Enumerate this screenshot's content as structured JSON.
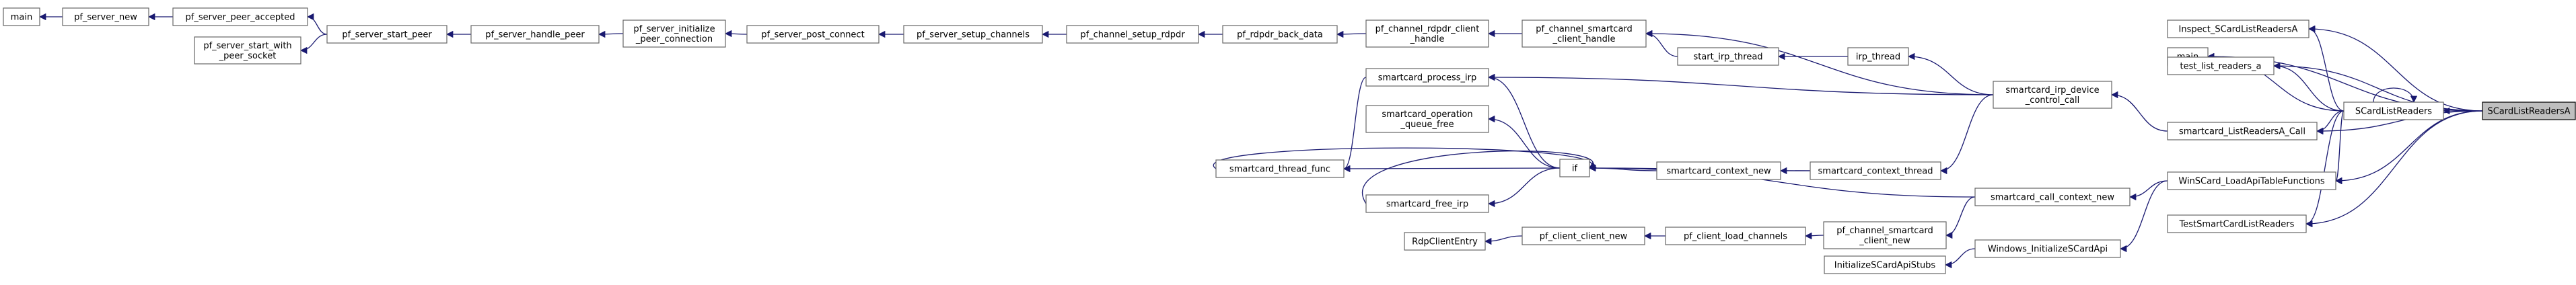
{
  "graph": {
    "title": "SCardListReadersA",
    "nodes": [
      {
        "id": "main_server",
        "lines": [
          "main"
        ]
      },
      {
        "id": "pf_server_new",
        "lines": [
          "pf_server_new"
        ]
      },
      {
        "id": "pf_server_peer_accepted",
        "lines": [
          "pf_server_peer_accepted"
        ]
      },
      {
        "id": "pf_server_start_with_peer_socket",
        "lines": [
          "pf_server_start_with",
          "_peer_socket"
        ]
      },
      {
        "id": "pf_server_start_peer",
        "lines": [
          "pf_server_start_peer"
        ]
      },
      {
        "id": "pf_server_handle_peer",
        "lines": [
          "pf_server_handle_peer"
        ]
      },
      {
        "id": "pf_server_initialize_peer_connection",
        "lines": [
          "pf_server_initialize",
          "_peer_connection"
        ]
      },
      {
        "id": "pf_server_post_connect",
        "lines": [
          "pf_server_post_connect"
        ]
      },
      {
        "id": "pf_server_setup_channels",
        "lines": [
          "pf_server_setup_channels"
        ]
      },
      {
        "id": "pf_channel_setup_rdpdr",
        "lines": [
          "pf_channel_setup_rdpdr"
        ]
      },
      {
        "id": "pf_rdpdr_back_data",
        "lines": [
          "pf_rdpdr_back_data"
        ]
      },
      {
        "id": "pf_channel_rdpdr_client_handle",
        "lines": [
          "pf_channel_rdpdr_client",
          "_handle"
        ]
      },
      {
        "id": "pf_channel_smartcard_client_handle",
        "lines": [
          "pf_channel_smartcard",
          "_client_handle"
        ]
      },
      {
        "id": "start_irp_thread",
        "lines": [
          "start_irp_thread"
        ]
      },
      {
        "id": "irp_thread",
        "lines": [
          "irp_thread"
        ]
      },
      {
        "id": "smartcard_irp_device_control_call",
        "lines": [
          "smartcard_irp_device",
          "_control_call"
        ]
      },
      {
        "id": "smartcard_process_irp",
        "lines": [
          "smartcard_process_irp"
        ]
      },
      {
        "id": "smartcard_operation_queue_free",
        "lines": [
          "smartcard_operation",
          "_queue_free"
        ]
      },
      {
        "id": "smartcard_context_new",
        "lines": [
          "smartcard_context_new"
        ]
      },
      {
        "id": "smartcard_context_thread",
        "lines": [
          "smartcard_context_thread"
        ]
      },
      {
        "id": "smartcard_thread_func",
        "lines": [
          "smartcard_thread_func"
        ]
      },
      {
        "id": "if_node",
        "lines": [
          "if"
        ]
      },
      {
        "id": "smartcard_free_irp",
        "lines": [
          "smartcard_free_irp"
        ]
      },
      {
        "id": "smartcard_call_context_new",
        "lines": [
          "smartcard_call_context_new"
        ]
      },
      {
        "id": "RdpClientEntry",
        "lines": [
          "RdpClientEntry"
        ]
      },
      {
        "id": "pf_client_client_new",
        "lines": [
          "pf_client_client_new"
        ]
      },
      {
        "id": "pf_client_load_channels",
        "lines": [
          "pf_client_load_channels"
        ]
      },
      {
        "id": "pf_channel_smartcard_client_new",
        "lines": [
          "pf_channel_smartcard",
          "_client_new"
        ]
      },
      {
        "id": "InitializeSCardApiStubs",
        "lines": [
          "InitializeSCardApiStubs"
        ]
      },
      {
        "id": "Windows_InitializeSCardApi",
        "lines": [
          "Windows_InitializeSCardApi"
        ]
      },
      {
        "id": "main_test",
        "lines": [
          "main"
        ]
      },
      {
        "id": "Inspect_SCardListReadersA",
        "lines": [
          "Inspect_SCardListReadersA"
        ]
      },
      {
        "id": "test_list_readers_a",
        "lines": [
          "test_list_readers_a"
        ]
      },
      {
        "id": "smartcard_ListReadersA_Call",
        "lines": [
          "smartcard_ListReadersA_Call"
        ]
      },
      {
        "id": "WinSCard_LoadApiTableFunctions",
        "lines": [
          "WinSCard_LoadApiTableFunctions"
        ]
      },
      {
        "id": "TestSmartCardListReaders",
        "lines": [
          "TestSmartCardListReaders"
        ]
      },
      {
        "id": "SCardListReaders",
        "lines": [
          "SCardListReaders"
        ]
      },
      {
        "id": "SCardListReadersA",
        "lines": [
          "SCardListReadersA"
        ]
      }
    ],
    "edges": [
      [
        "pf_server_new",
        "main_server"
      ],
      [
        "pf_server_peer_accepted",
        "pf_server_new"
      ],
      [
        "pf_server_start_peer",
        "pf_server_peer_accepted"
      ],
      [
        "pf_server_start_peer",
        "pf_server_start_with_peer_socket"
      ],
      [
        "pf_server_handle_peer",
        "pf_server_start_peer"
      ],
      [
        "pf_server_initialize_peer_connection",
        "pf_server_handle_peer"
      ],
      [
        "pf_server_post_connect",
        "pf_server_initialize_peer_connection"
      ],
      [
        "pf_server_setup_channels",
        "pf_server_post_connect"
      ],
      [
        "pf_channel_setup_rdpdr",
        "pf_server_setup_channels"
      ],
      [
        "pf_rdpdr_back_data",
        "pf_channel_setup_rdpdr"
      ],
      [
        "pf_channel_rdpdr_client_handle",
        "pf_rdpdr_back_data"
      ],
      [
        "pf_channel_smartcard_client_handle",
        "pf_channel_rdpdr_client_handle"
      ],
      [
        "start_irp_thread",
        "pf_channel_smartcard_client_handle"
      ],
      [
        "irp_thread",
        "start_irp_thread"
      ],
      [
        "smartcard_irp_device_control_call",
        "pf_channel_smartcard_client_handle"
      ],
      [
        "smartcard_irp_device_control_call",
        "irp_thread"
      ],
      [
        "smartcard_irp_device_control_call",
        "smartcard_process_irp"
      ],
      [
        "smartcard_irp_device_control_call",
        "smartcard_context_thread"
      ],
      [
        "smartcard_context_thread",
        "smartcard_context_new"
      ],
      [
        "smartcard_context_thread",
        "if_node"
      ],
      [
        "smartcard_context_new",
        "if_node"
      ],
      [
        "if_node",
        "smartcard_operation_queue_free"
      ],
      [
        "if_node",
        "smartcard_process_irp"
      ],
      [
        "if_node",
        "smartcard_thread_func"
      ],
      [
        "if_node",
        "smartcard_free_irp"
      ],
      [
        "smartcard_process_irp",
        "smartcard_thread_func"
      ],
      [
        "smartcard_thread_func",
        "if_node"
      ],
      [
        "smartcard_free_irp",
        "if_node"
      ],
      [
        "smartcard_call_context_new",
        "if_node"
      ],
      [
        "smartcard_call_context_new",
        "pf_channel_smartcard_client_new"
      ],
      [
        "pf_channel_smartcard_client_new",
        "pf_client_load_channels"
      ],
      [
        "pf_client_load_channels",
        "pf_client_client_new"
      ],
      [
        "pf_client_client_new",
        "RdpClientEntry"
      ],
      [
        "Windows_InitializeSCardApi",
        "InitializeSCardApiStubs"
      ],
      [
        "WinSCard_LoadApiTableFunctions",
        "smartcard_call_context_new"
      ],
      [
        "WinSCard_LoadApiTableFunctions",
        "Windows_InitializeSCardApi"
      ],
      [
        "smartcard_ListReadersA_Call",
        "smartcard_irp_device_control_call"
      ],
      [
        "SCardListReaders",
        "main_test"
      ],
      [
        "SCardListReaders",
        "Inspect_SCardListReadersA"
      ],
      [
        "SCardListReaders",
        "test_list_readers_a"
      ],
      [
        "SCardListReaders",
        "smartcard_ListReadersA_Call"
      ],
      [
        "SCardListReaders",
        "WinSCard_LoadApiTableFunctions"
      ],
      [
        "SCardListReaders",
        "TestSmartCardListReaders"
      ],
      [
        "SCardListReaders",
        "SCardListReaders"
      ],
      [
        "SCardListReadersA",
        "SCardListReaders"
      ],
      [
        "SCardListReadersA",
        "main_test"
      ],
      [
        "SCardListReadersA",
        "Inspect_SCardListReadersA"
      ],
      [
        "SCardListReadersA",
        "test_list_readers_a"
      ],
      [
        "SCardListReadersA",
        "smartcard_ListReadersA_Call"
      ],
      [
        "SCardListReadersA",
        "WinSCard_LoadApiTableFunctions"
      ],
      [
        "SCardListReadersA",
        "TestSmartCardListReaders"
      ]
    ],
    "focus_node": "SCardListReadersA",
    "colors": {
      "edge": "#191970",
      "box_border": "#666666",
      "focus_fill": "#bfbfbf",
      "background": "#ffffff"
    }
  }
}
